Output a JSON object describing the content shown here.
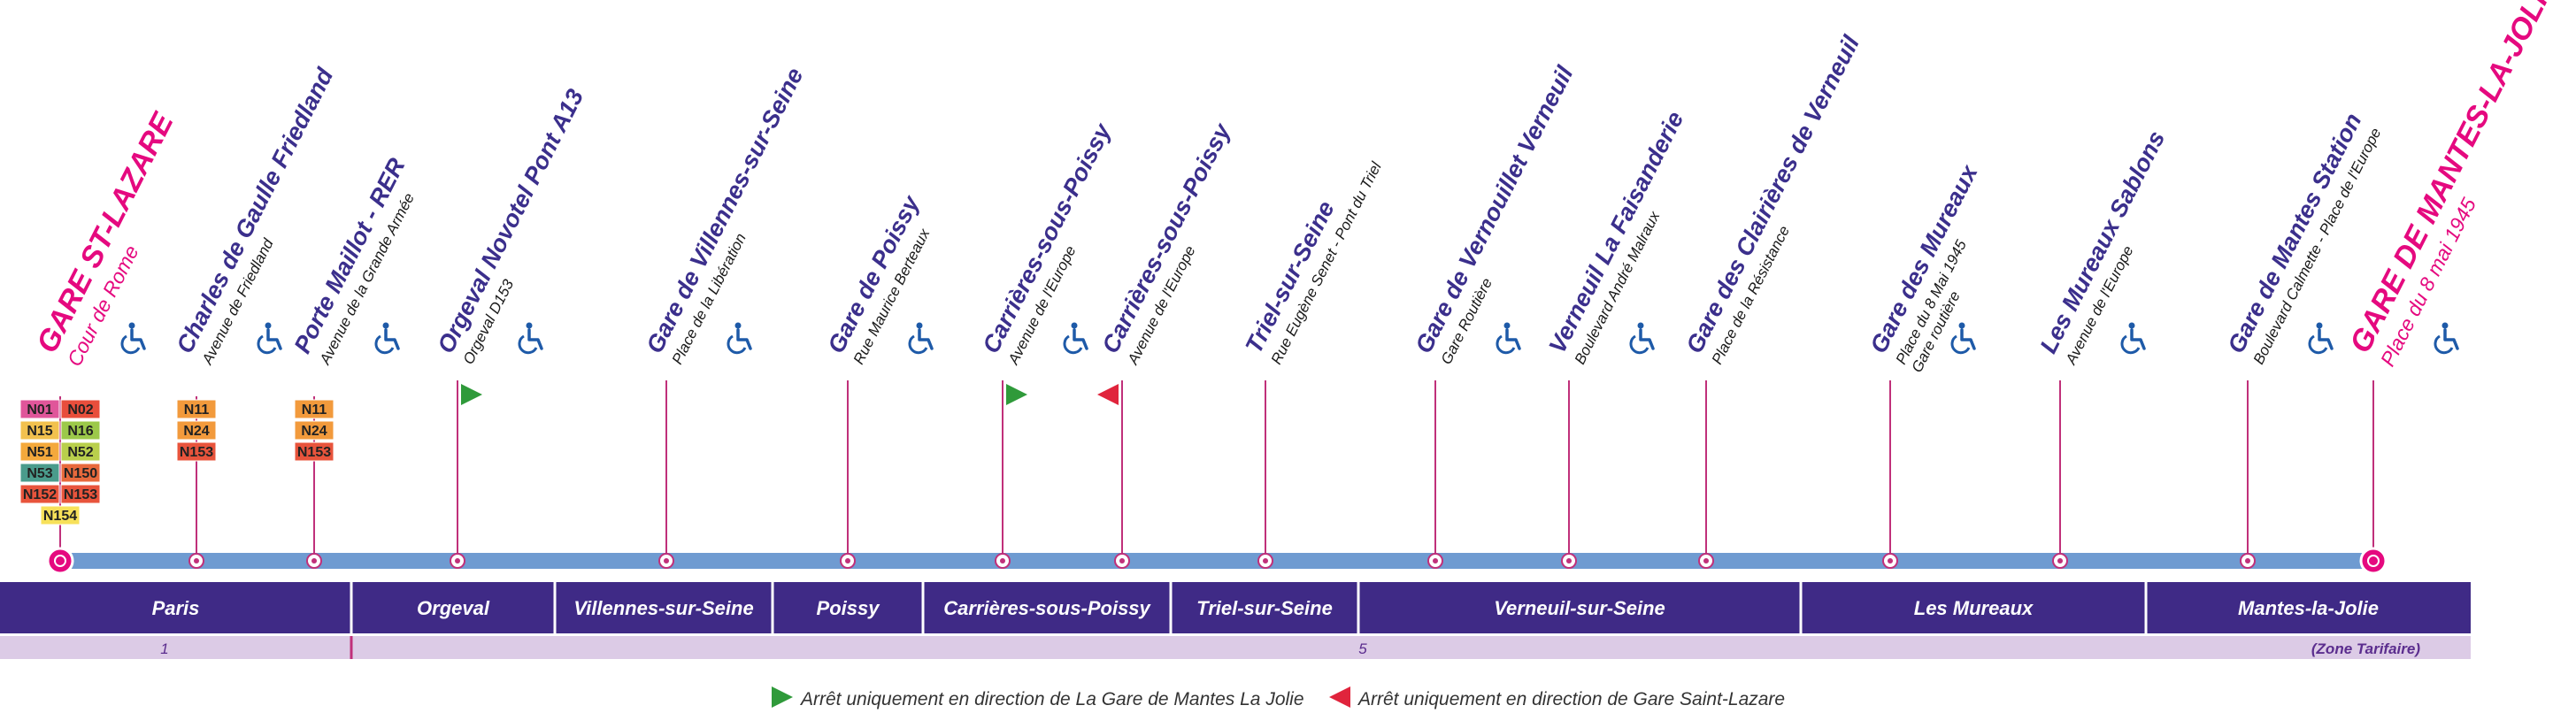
{
  "colors": {
    "navy": "#3b2f8c",
    "magenta": "#e5097f",
    "line": "#6f9bd1",
    "connector": "#c0307a",
    "zone_band": "#3f2a86",
    "fare_band": "#dccbe6",
    "access": "#1e5aa8",
    "green_flag": "#2f9a3a",
    "red_flag": "#e0243c"
  },
  "stops": [
    {
      "name": "GARE ST-LAZARE",
      "sub": "Cour de Rome",
      "terminus": true,
      "access": true,
      "flag": null,
      "badges": [
        [
          "N01",
          "N02"
        ],
        [
          "N15",
          "N16"
        ],
        [
          "N51",
          "N52"
        ],
        [
          "N53",
          "N150"
        ],
        [
          "N152",
          "N153"
        ],
        [
          "N154"
        ]
      ]
    },
    {
      "name": "Charles de Gaulle Friedland",
      "sub": "Avenue de Friedland",
      "terminus": false,
      "access": true,
      "flag": null,
      "badges": [
        [
          "N11"
        ],
        [
          "N24"
        ],
        [
          "N153"
        ]
      ]
    },
    {
      "name": "Porte Maillot - RER",
      "sub": "Avenue de la Grande Armée",
      "terminus": false,
      "access": true,
      "flag": null,
      "badges": [
        [
          "N11"
        ],
        [
          "N24"
        ],
        [
          "N153"
        ]
      ]
    },
    {
      "name": "Orgeval Novotel Pont A13",
      "sub": "Orgeval D153",
      "terminus": false,
      "access": true,
      "flag": "green",
      "badges": []
    },
    {
      "name": "Gare de Villennes-sur-Seine",
      "sub": "Place de la Libération",
      "terminus": false,
      "access": true,
      "flag": null,
      "badges": []
    },
    {
      "name": "Gare de Poissy",
      "sub": "Rue Maurice Berteaux",
      "terminus": false,
      "access": true,
      "flag": null,
      "badges": []
    },
    {
      "name": "Carrières-sous-Poissy",
      "sub": "Avenue de l'Europe",
      "terminus": false,
      "access": true,
      "flag": "green",
      "badges": []
    },
    {
      "name": "Carrières-sous-Poissy",
      "sub": "Avenue de l'Europe",
      "terminus": false,
      "access": false,
      "flag": "red",
      "badges": []
    },
    {
      "name": "Triel-sur-Seine",
      "sub": "Rue Eugène Senet - Pont du Triel",
      "terminus": false,
      "access": false,
      "flag": null,
      "badges": []
    },
    {
      "name": "Gare de Vernouillet Verneuil",
      "sub": "Gare  Routière",
      "terminus": false,
      "access": true,
      "flag": null,
      "badges": []
    },
    {
      "name": "Verneuil La Faisanderie",
      "sub": "Boulevard André Malraux",
      "terminus": false,
      "access": true,
      "flag": null,
      "badges": []
    },
    {
      "name": "Gare des Clairières de Verneuil",
      "sub": "Place de la Résistance",
      "terminus": false,
      "access": false,
      "flag": null,
      "badges": []
    },
    {
      "name": "Gare des Mureaux",
      "sub": "Place du 8 Mai 1945",
      "sub2": "Gare routière",
      "terminus": false,
      "access": true,
      "flag": null,
      "badges": []
    },
    {
      "name": "Les Mureaux Sablons",
      "sub": "Avenue de l'Europe",
      "terminus": false,
      "access": true,
      "flag": null,
      "badges": []
    },
    {
      "name": "Gare de Mantes Station",
      "sub": "Boulevard Calmette - Place de l'Europe",
      "terminus": false,
      "access": true,
      "flag": null,
      "badges": []
    },
    {
      "name": "GARE DE MANTES-LA-JOLIE",
      "sub": "Place du 8 mai 1945",
      "terminus": true,
      "access": true,
      "flag": null,
      "badges": []
    }
  ],
  "zones": [
    "Paris",
    "Orgeval",
    "Villennes-sur-Seine",
    "Poissy",
    "Carrières-sous-Poissy",
    "Triel-sur-Seine",
    "Verneuil-sur-Seine",
    "Les Mureaux",
    "Mantes-la-Jolie"
  ],
  "fare_zones": {
    "first": "1",
    "second": "5",
    "label": "(Zone Tarifaire)"
  },
  "legend": {
    "green": "Arrêt uniquement en direction de La Gare de Mantes La Jolie",
    "red": "Arrêt uniquement en direction de Gare Saint-Lazare"
  },
  "badge_colors": {
    "N01": "#e0569a",
    "N02": "#e84e3c",
    "N15": "#f2c14e",
    "N16": "#9cc94a",
    "N51": "#f4a93c",
    "N52": "#b9cf4c",
    "N53": "#4a9c8c",
    "N150": "#e8693c",
    "N152": "#e8543c",
    "N153": "#e8543c",
    "N154": "#f7e15a",
    "N11": "#f29a3c",
    "N24": "#f29a3c"
  }
}
